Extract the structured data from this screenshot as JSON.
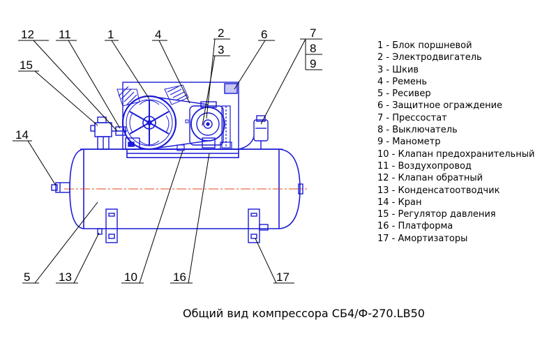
{
  "callouts": {
    "c1": "1",
    "c2": "2",
    "c3": "3",
    "c4": "4",
    "c5": "5",
    "c6": "6",
    "c7": "7",
    "c8": "8",
    "c9": "9",
    "c10": "10",
    "c11": "11",
    "c12": "12",
    "c13": "13",
    "c14": "14",
    "c15": "15",
    "c16": "16",
    "c17": "17"
  },
  "legend": [
    "1 - Блок поршневой",
    "2 - Электродвигатель",
    "3 - Шкив",
    "4 - Ремень",
    "5 - Ресивер",
    "6 - Защитное ограждение",
    "7 - Прессостат",
    "8 - Выключатель",
    "9 - Манометр",
    "10 - Клапан предохранительный",
    "11 - Воздухопровод",
    "12 - Клапан обратный",
    "13 - Конденсатоотводчик",
    "14 - Кран",
    "15 - Регулятор давления",
    "16 - Платформа",
    "17 - Амортизаторы"
  ],
  "caption": "Общий вид компрессора СБ4/Ф-270.LB50",
  "colors": {
    "drawing": "#1a1ad6",
    "centerline": "#e04a1a",
    "leader": "#000000"
  }
}
